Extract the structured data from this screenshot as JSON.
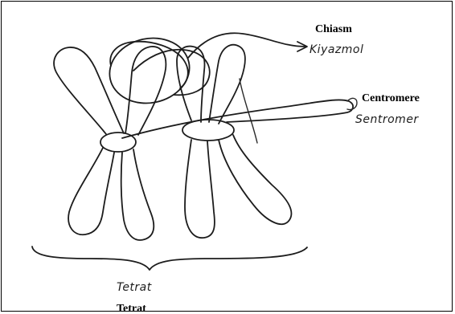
{
  "labels": {
    "chiasm": "Chiasm",
    "chiasm_handwritten": "Kiyazmol",
    "centromere": "Centromere",
    "centromere_handwritten": "Sentromer",
    "tetrat_handwritten": "Tetrat",
    "tetrat": "Tetrat"
  },
  "colors": {
    "ink": "#1c1c1c",
    "background": "#ffffff",
    "border": "#000000"
  }
}
